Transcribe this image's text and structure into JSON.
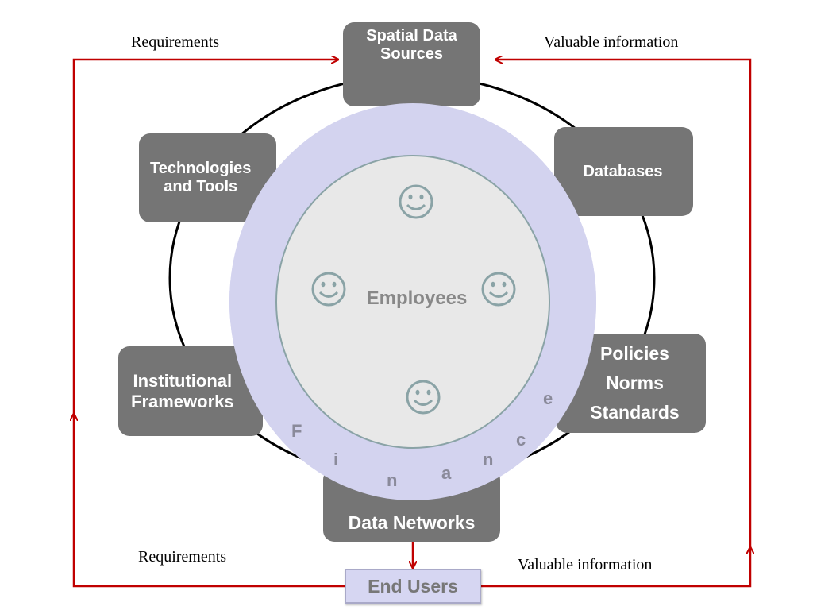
{
  "boxes": {
    "spatial": "Spatial Data\nSources",
    "databases": "Databases",
    "policies": "Policies\nNorms\nStandards",
    "networks": "Data Networks",
    "institutional": "Institutional\nFrameworks",
    "technologies": "Technologies\nand Tools"
  },
  "center": {
    "label": "Employees",
    "finance_letters": [
      "F",
      "i",
      "n",
      "a",
      "n",
      "c",
      "e"
    ]
  },
  "flows": {
    "top_left": "Requirements",
    "top_right": "Valuable information",
    "bottom_left": "Requirements",
    "bottom_right": "Valuable information"
  },
  "end_users": "End Users",
  "icons": {
    "employee": "smiley-face-icon"
  },
  "colors": {
    "box_fill": "#757575",
    "outer_ring": "#d3d3ef",
    "inner_circle": "#e8e8e8",
    "arrow": "#c00000",
    "smiley": "#8aa3a6"
  }
}
